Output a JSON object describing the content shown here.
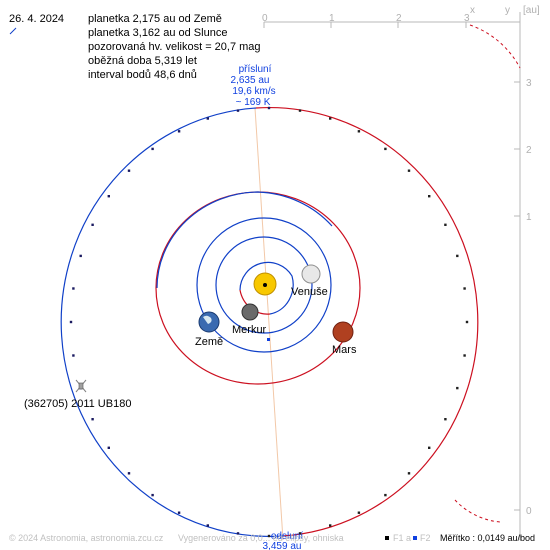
{
  "date": "26. 4. 2024",
  "info_lines": [
    "planetka 2,175 au od Země",
    "planetka 3,162 au od Slunce",
    "pozorovaná hv. velikost = 20,7 mag",
    "oběžná doba 5,319 let",
    "interval bodů 48,6 dnů"
  ],
  "axis": {
    "x_label": "x",
    "y_label": "y",
    "unit": "[au]",
    "x_ticks": [
      "0",
      "1",
      "2",
      "3"
    ],
    "y_ticks": [
      "3",
      "2",
      "1",
      "0"
    ]
  },
  "perihelion": {
    "title": "přísluní",
    "distance": "2,635 au",
    "speed": "19,6 km/s",
    "temperature": "~ 169 K"
  },
  "aphelion": {
    "title": "odsluní",
    "distance": "3,459 au"
  },
  "bodies": {
    "venus": "Venuše",
    "mercury": "Merkur",
    "earth": "Země",
    "mars": "Mars"
  },
  "asteroid_label": "(362705) 2011 UB180",
  "footer": {
    "copyright": "© 2024 Astronomia, astronomia.zcu.cz",
    "generated": "Vygenerováno za 0,0... ed elipsy, ohniska",
    "legend_f1": "F1 a",
    "legend_f2": "F2",
    "scale": "Měřítko : 0,0149 au/bod"
  },
  "colors": {
    "orbit_blue": "#1040c8",
    "orbit_red": "#cc1020",
    "text_blue": "#1040e0",
    "axis_gray": "#b0b0b0",
    "sun_yellow": "#f8c800"
  }
}
